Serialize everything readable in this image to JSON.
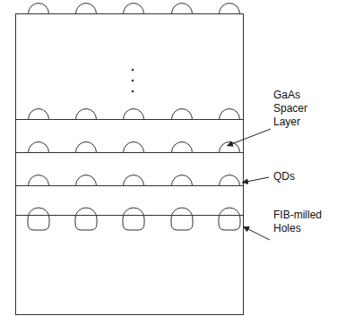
{
  "diagram": {
    "labels": [
      "GaAs Spacer Layer",
      "QDs",
      "FIB-milled Holes"
    ]
  }
}
